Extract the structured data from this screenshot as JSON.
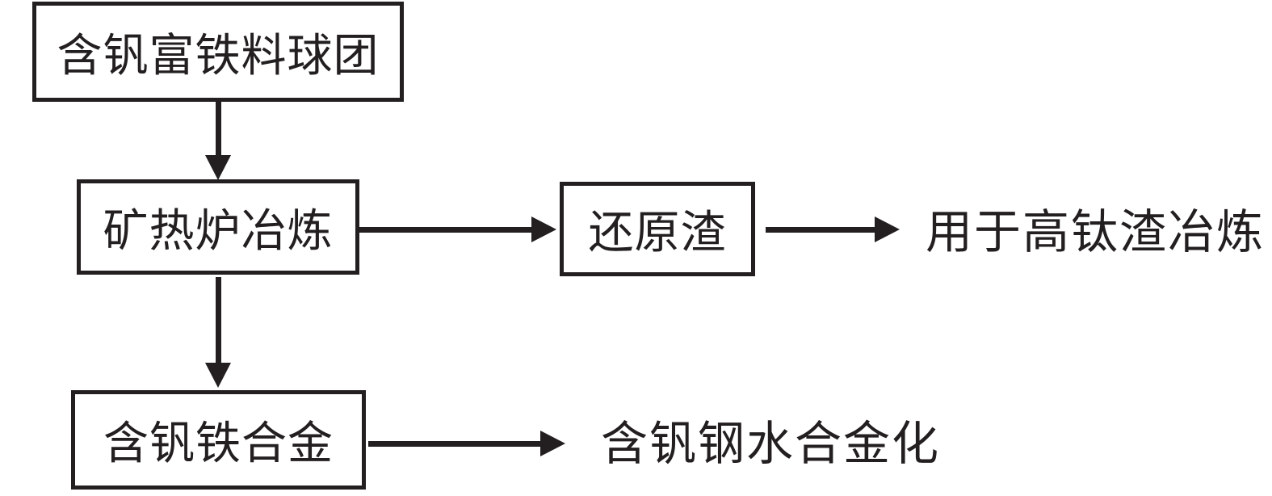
{
  "diagram": {
    "type": "flowchart",
    "colors": {
      "ink": "#231f20",
      "background": "#ffffff"
    },
    "nodes": {
      "pellets": {
        "label": "含钒富铁料球团",
        "shape": "rect"
      },
      "smelting": {
        "label": "矿热炉冶炼",
        "shape": "rect"
      },
      "slag": {
        "label": "还原渣",
        "shape": "rect"
      },
      "alloy": {
        "label": "含钒铁合金",
        "shape": "rect"
      },
      "slag_use": {
        "label": "用于高钛渣冶炼",
        "shape": "text"
      },
      "alloy_use": {
        "label": "含钒钢水合金化",
        "shape": "text"
      }
    },
    "edges": [
      {
        "from": "pellets",
        "to": "smelting",
        "direction": "down"
      },
      {
        "from": "smelting",
        "to": "slag",
        "direction": "right"
      },
      {
        "from": "slag",
        "to": "slag_use",
        "direction": "right"
      },
      {
        "from": "smelting",
        "to": "alloy",
        "direction": "down"
      },
      {
        "from": "alloy",
        "to": "alloy_use",
        "direction": "right"
      }
    ]
  }
}
